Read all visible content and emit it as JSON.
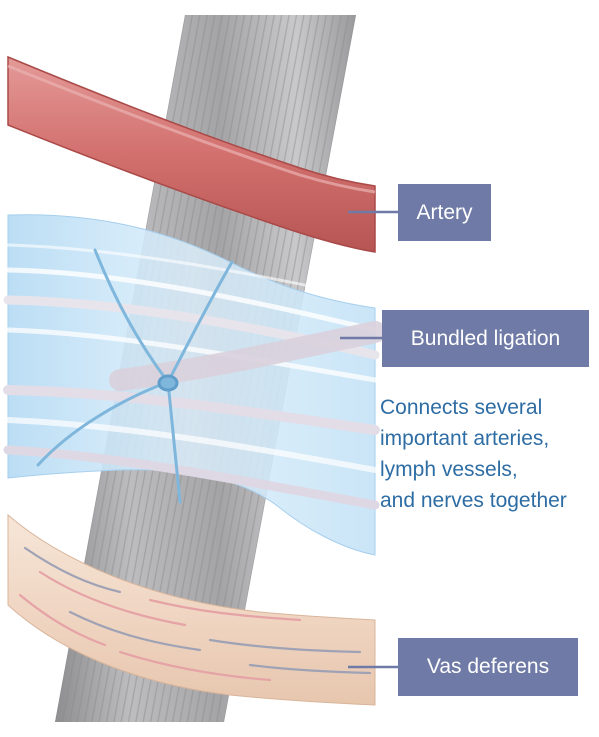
{
  "labels": {
    "artery": "Artery",
    "bundled_ligation": "Bundled ligation",
    "vas_deferens": "Vas deferens"
  },
  "description": {
    "lines": [
      "Connects several",
      "important arteries,",
      "lymph vessels,",
      "and nerves together"
    ]
  },
  "colors": {
    "label_box": "#6f7ba6",
    "label_text": "#ffffff",
    "description_text": "#2e6da4",
    "artery": "#d87a78",
    "artery_edge": "#b34e4e",
    "cord_gray": "#a9a9ab",
    "fascia_blue": "#cfe6f7",
    "ligature": "#7fb6dc",
    "vas_deferens": "#f3dccb"
  }
}
